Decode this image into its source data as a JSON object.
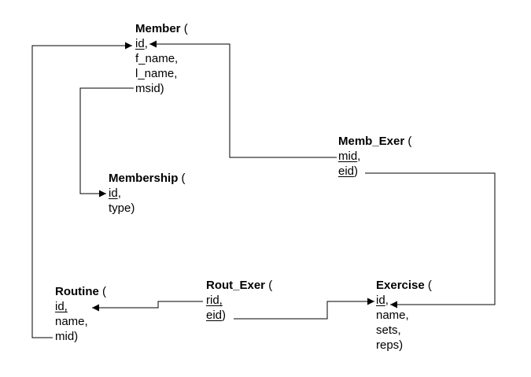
{
  "entities": {
    "member": {
      "name": "Member",
      "paren": " (",
      "fields": [
        {
          "key": "id",
          "sep": ","
        },
        {
          "text": "f_name,"
        },
        {
          "text": "l_name,"
        },
        {
          "text": "msid)"
        }
      ]
    },
    "membership": {
      "name": "Membership",
      "paren": " (",
      "fields": [
        {
          "key": "id",
          "sep": ","
        },
        {
          "text": "type)"
        }
      ]
    },
    "memb_exer": {
      "name": "Memb_Exer",
      "paren": " (",
      "fields": [
        {
          "key": "mid",
          "sep": ","
        },
        {
          "key": "eid",
          "sep": ")"
        }
      ]
    },
    "routine": {
      "name": "Routine",
      "paren": " (",
      "fields": [
        {
          "key": "id,",
          "sep": ""
        },
        {
          "text": "name,"
        },
        {
          "text": "mid)"
        }
      ]
    },
    "rout_exer": {
      "name": "Rout_Exer",
      "paren": " (",
      "fields": [
        {
          "key": "rid,",
          "sep": ""
        },
        {
          "key": "eid",
          "sep": ")"
        }
      ]
    },
    "exercise": {
      "name": "Exercise",
      "paren": " (",
      "fields": [
        {
          "key": "id",
          "sep": ","
        },
        {
          "text": "name,"
        },
        {
          "text": "sets,"
        },
        {
          "text": "reps)"
        }
      ]
    }
  },
  "relationships": [
    {
      "from": "Member.msid",
      "to": "Membership.id"
    },
    {
      "from": "Memb_Exer.mid",
      "to": "Member.id"
    },
    {
      "from": "Memb_Exer.eid",
      "to": "Exercise.id"
    },
    {
      "from": "Rout_Exer.rid",
      "to": "Routine.id"
    },
    {
      "from": "Rout_Exer.eid",
      "to": "Exercise.id"
    },
    {
      "from": "Routine.mid",
      "to": "Member.id"
    }
  ],
  "colors": {
    "line": "#000000",
    "text": "#000000",
    "background": "#ffffff"
  }
}
